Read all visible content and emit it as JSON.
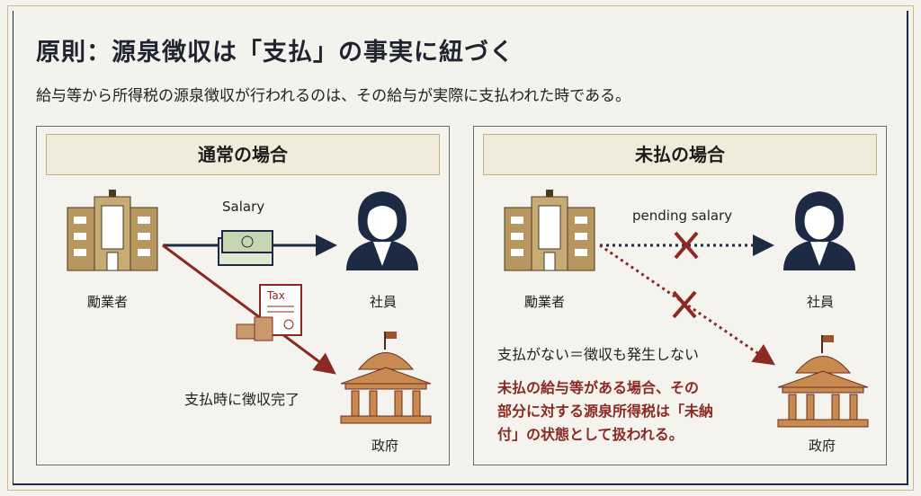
{
  "title": "原則：源泉徴収は「支払」の事実に紐づく",
  "subtitle": "給与等から所得税の源泉徴収が行われるのは、その給与が実際に支払われた時である。",
  "left": {
    "heading": "通常の場合",
    "salary": "Salary",
    "employer": "勵業者",
    "employee": "社員",
    "tax": "Tax",
    "caption": "支払時に徴収完了",
    "government": "政府"
  },
  "right": {
    "heading": "未払の場合",
    "salary": "pending salary",
    "employer": "勵業者",
    "employee": "社員",
    "caption": "支払がない＝徴収も発生しない",
    "note": [
      "未払の給与等がある場合、その",
      "部分に対する源泉所得税は「未納",
      "付」の状態として扱われる。"
    ],
    "government": "政府"
  },
  "colors": {
    "navy": "#1d2a44",
    "red": "#8a2a23",
    "gold": "#b7975f"
  }
}
